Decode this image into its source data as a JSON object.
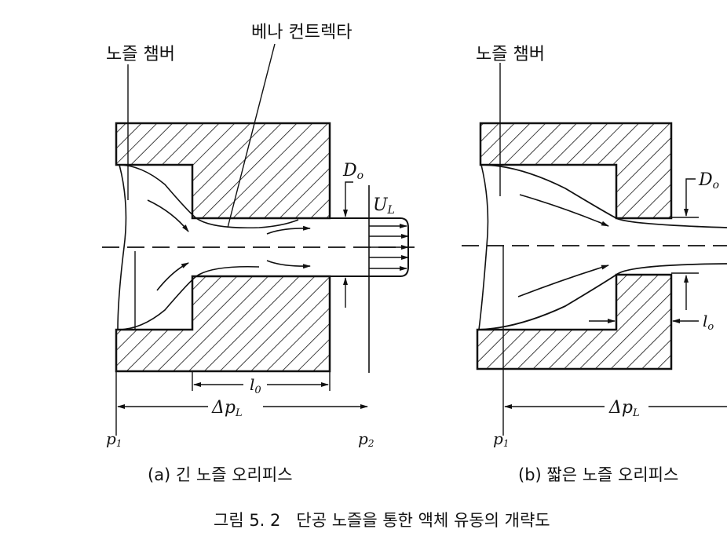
{
  "figure": {
    "caption": "그림 5. 2   단공 노즐을 통한 액체 유동의 개략도",
    "panel_a": {
      "title": "(a) 긴 노즐 오리피스",
      "chamber_label": "노즐 챔버",
      "vena_label": "베나 컨트렉타",
      "d_label": "D",
      "d_sub": "o",
      "u_label": "U",
      "u_sub": "L",
      "l_label": "l",
      "l_sub": "0",
      "dp_label": "Δp",
      "dp_sub": "L",
      "p1": "p",
      "p1_sub": "1",
      "p2": "p",
      "p2_sub": "2"
    },
    "panel_b": {
      "title": "(b) 짧은 노즐 오리피스",
      "chamber_label": "노즐 챔버",
      "d_label": "D",
      "d_sub": "o",
      "l_label": "l",
      "l_sub": "o",
      "dp_label": "Δp",
      "dp_sub": "L",
      "p1": "p",
      "p1_sub": "1"
    },
    "colors": {
      "ink": "#111111",
      "background": "#ffffff"
    }
  }
}
